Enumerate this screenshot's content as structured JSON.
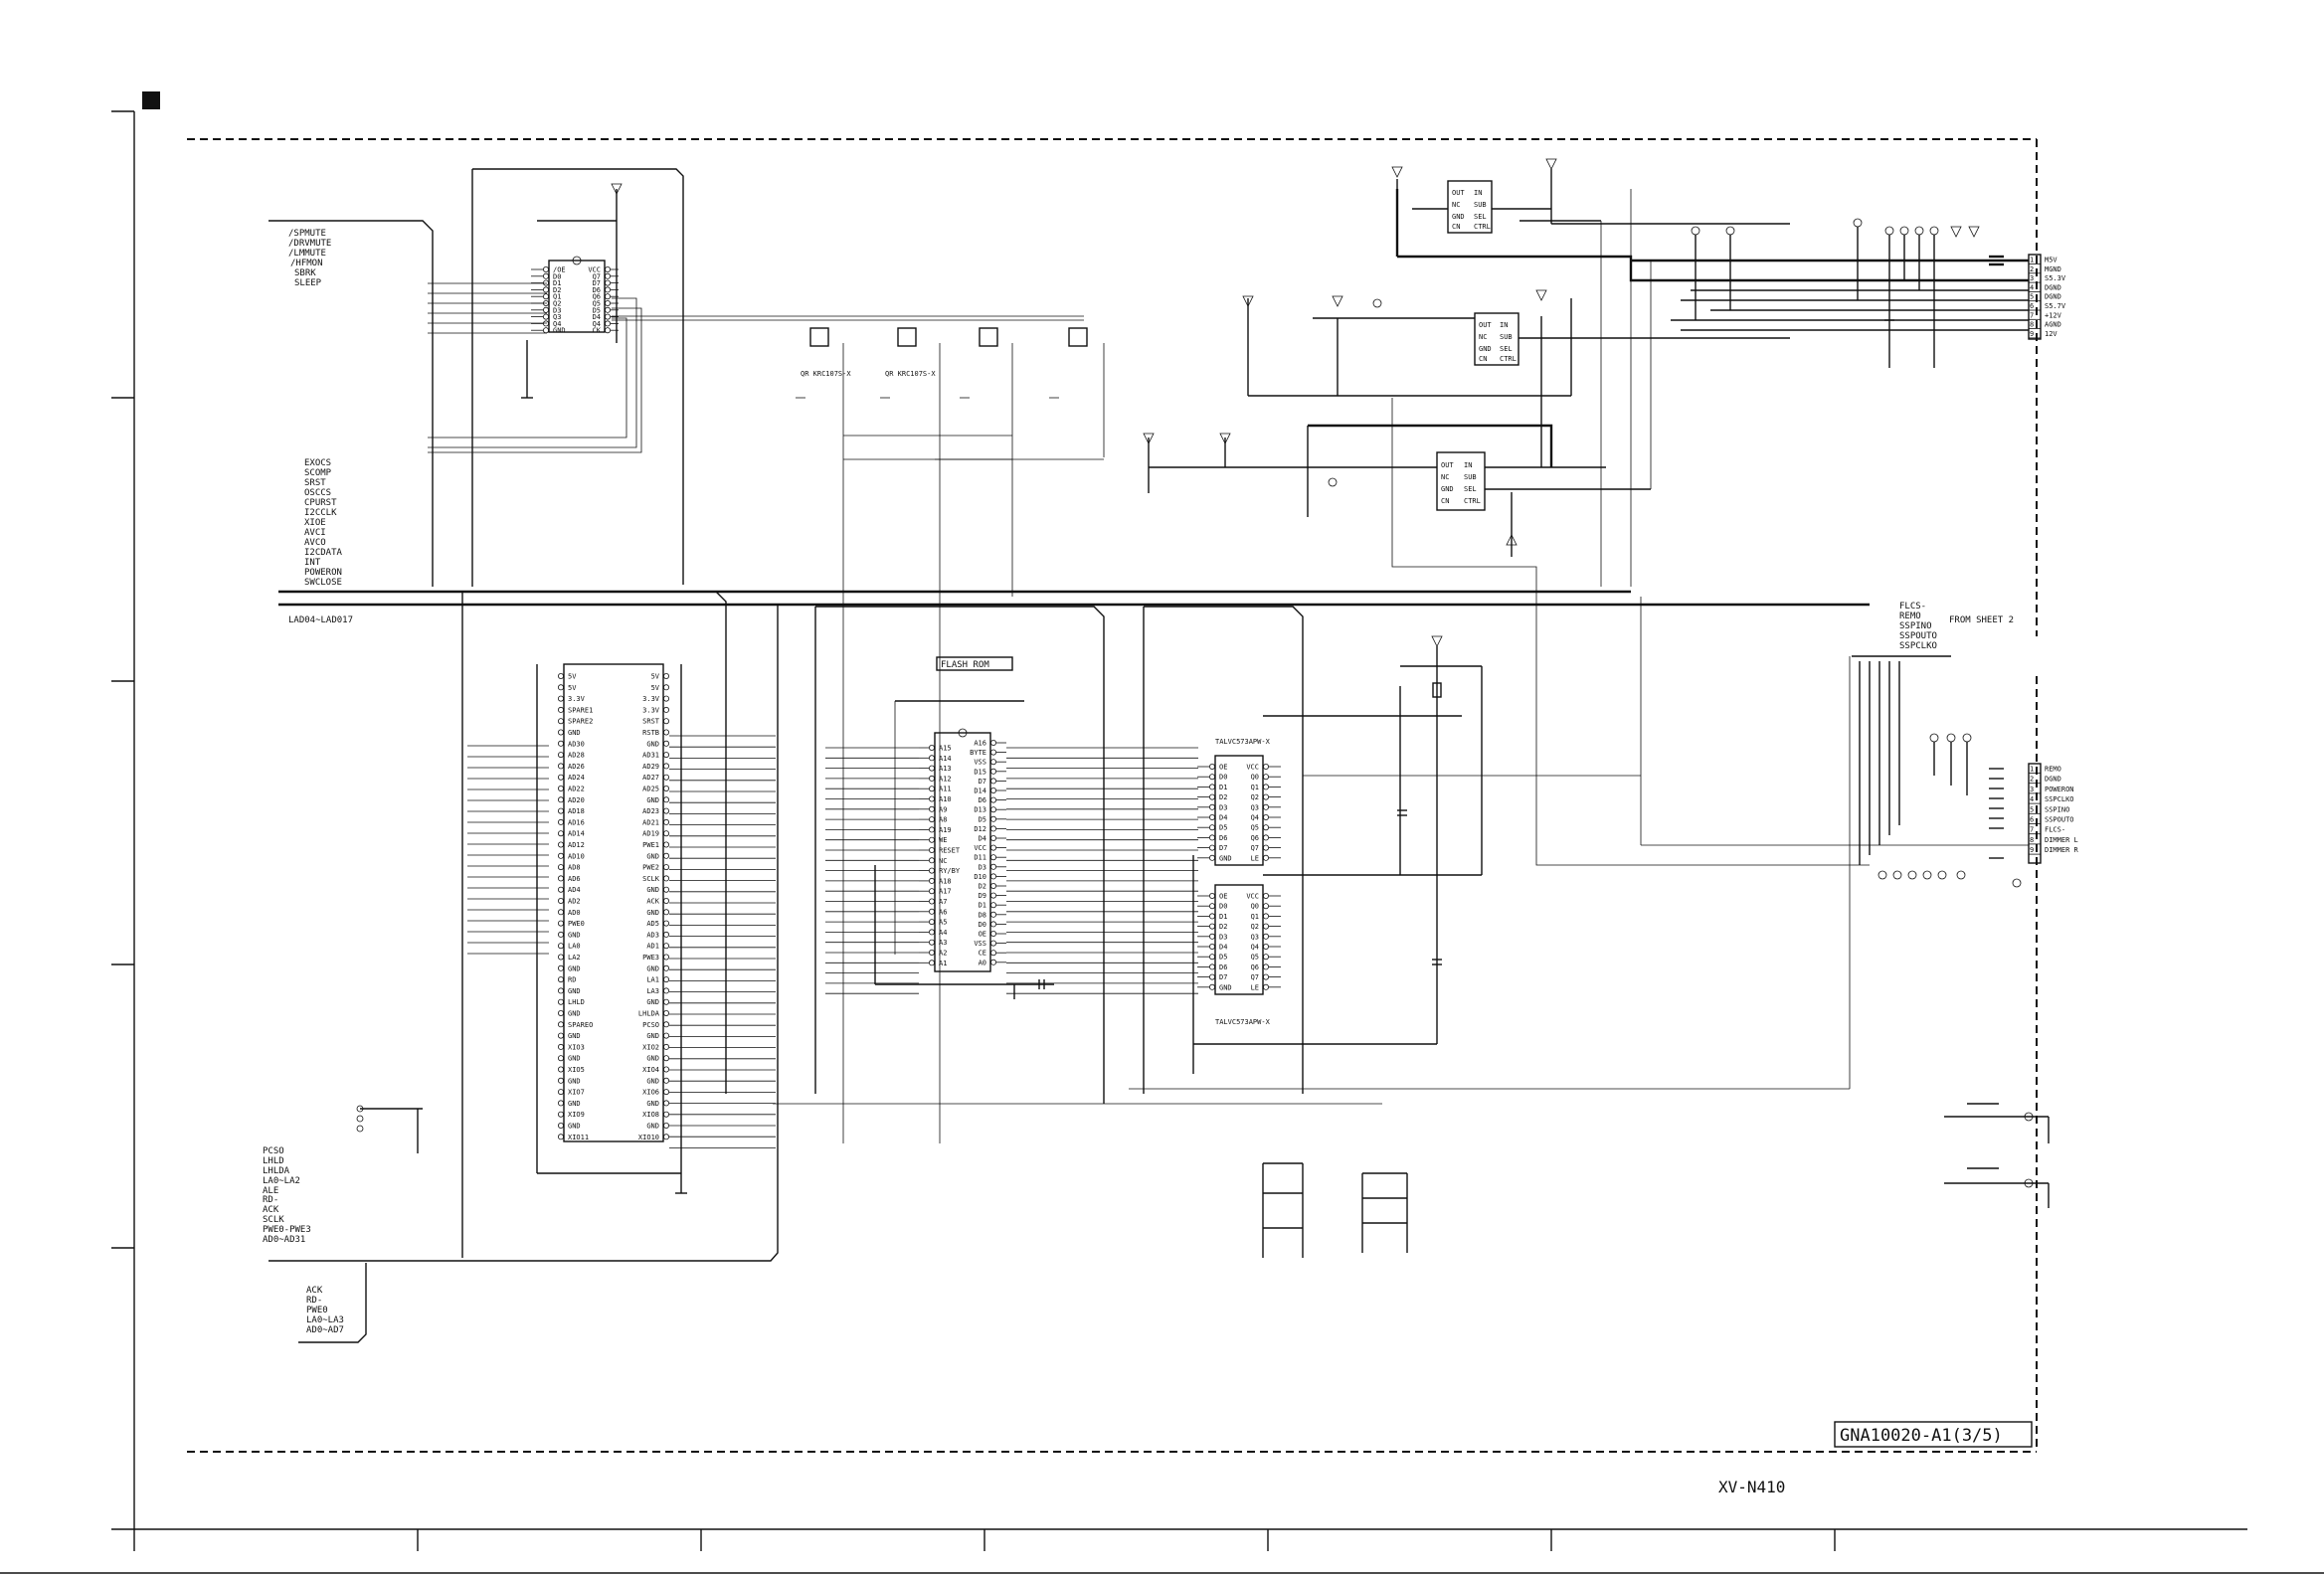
{
  "sheet": {
    "drawing_number": "GNA10020-A1(3/5)",
    "model": "XV-N410"
  },
  "labels": {
    "from_sheet": "FROM SHEET 2",
    "flash_rom": "FLASH ROM",
    "la_bus": "LAD04~LAD017"
  },
  "signal_groups": {
    "mute_group": [
      "/SPMUTE",
      "/DRVMUTE",
      "/LMMUTE",
      "/HFMON",
      "SBRK",
      "SLEEP"
    ],
    "control_group": [
      "EXOCS",
      "SCOMP",
      "SRST",
      "OSCCS",
      "CPURST",
      "I2CCLK",
      "XIOE",
      "AVCI",
      "AVCO",
      "I2CDATA",
      "INT",
      "POWERON",
      "SWCLOSE"
    ],
    "bus_group": [
      "PCSO",
      "LHLD",
      "LHLDA",
      "LA0~LA2",
      "ALE",
      "RD-",
      "ACK",
      "SCLK",
      "PWE0-PWE3",
      "AD0~AD31"
    ],
    "bus_group_lower": [
      "ACK",
      "RD-",
      "PWE0",
      "LA0~LA3",
      "AD0~AD7"
    ],
    "from_sheet_signals": [
      "FLCS-",
      "REMO",
      "SSPINO",
      "SSPOUTO",
      "SSPCLKO"
    ]
  },
  "connectors": {
    "power_connector": [
      "M5V",
      "MGND",
      "S5.3V",
      "DGND",
      "DGND",
      "S5.7V",
      "+12V",
      "AGND",
      "12V"
    ],
    "front_connector": [
      "REMO",
      "DGND",
      "POWERON",
      "SSPCLKO",
      "SSPINO",
      "SSPOUTO",
      "FLCS-",
      "DIMMER L",
      "DIMMER R"
    ]
  },
  "ics": {
    "buffer": {
      "left_pins": [
        "/OE",
        "D0",
        "D1",
        "D2",
        "Q1",
        "Q2",
        "D3",
        "Q3",
        "Q4",
        "GND"
      ],
      "right_pins": [
        "VCC",
        "Q7",
        "D7",
        "D6",
        "Q6",
        "Q5",
        "D5",
        "D4",
        "Q4",
        "CK"
      ]
    },
    "connector_main": {
      "left_pins": [
        "5V",
        "5V",
        "3.3V",
        "SPARE1",
        "SPARE2",
        "GND",
        "AD30",
        "AD28",
        "AD26",
        "AD24",
        "AD22",
        "AD20",
        "AD18",
        "AD16",
        "AD14",
        "AD12",
        "AD10",
        "AD8",
        "AD6",
        "AD4",
        "AD2",
        "AD0",
        "PWE0",
        "GND",
        "LA0",
        "LA2",
        "GND",
        "RD",
        "GND",
        "LHLD",
        "GND",
        "SPAREO",
        "GND",
        "XIO3",
        "GND",
        "XIO5",
        "GND",
        "XIO7",
        "GND",
        "XIO9",
        "GND",
        "XIO11"
      ],
      "right_pins": [
        "5V",
        "5V",
        "3.3V",
        "3.3V",
        "SRST",
        "RSTB",
        "GND",
        "AD31",
        "AD29",
        "AD27",
        "AD25",
        "GND",
        "AD23",
        "AD21",
        "AD19",
        "PWE1",
        "GND",
        "PWE2",
        "SCLK",
        "GND",
        "ACK",
        "GND",
        "AD5",
        "AD3",
        "AD1",
        "PWE3",
        "GND",
        "LA1",
        "LA3",
        "GND",
        "LHLDA",
        "PCSO",
        "GND",
        "XIO2",
        "GND",
        "XIO4",
        "GND",
        "XIO6",
        "GND",
        "XIO8",
        "GND",
        "XIO10"
      ]
    },
    "flash": {
      "left_pins": [
        "A15",
        "A14",
        "A13",
        "A12",
        "A11",
        "A10",
        "A9",
        "A8",
        "A19",
        "WE",
        "RESET",
        "NC",
        "RY/BY",
        "A18",
        "A17",
        "A7",
        "A6",
        "A5",
        "A4",
        "A3",
        "A2",
        "A1"
      ],
      "right_pins": [
        "A16",
        "BYTE",
        "VSS",
        "D15",
        "D7",
        "D14",
        "D6",
        "D13",
        "D5",
        "D12",
        "D4",
        "VCC",
        "D11",
        "D3",
        "D10",
        "D2",
        "D9",
        "D1",
        "D8",
        "D0",
        "OE",
        "VSS",
        "CE",
        "A0"
      ]
    },
    "latch": {
      "left_pins": [
        "OE",
        "D0",
        "D1",
        "D2",
        "D3",
        "D4",
        "D5",
        "D6",
        "D7",
        "GND"
      ],
      "right_pins": [
        "VCC",
        "Q0",
        "Q1",
        "Q2",
        "Q3",
        "Q4",
        "Q5",
        "Q6",
        "Q7",
        "LE"
      ]
    },
    "regulator": {
      "left_pins": [
        "OUT",
        "NC",
        "GND",
        "CN"
      ],
      "right_pins": [
        "IN",
        "SUB",
        "SEL",
        "CTRL"
      ]
    }
  }
}
